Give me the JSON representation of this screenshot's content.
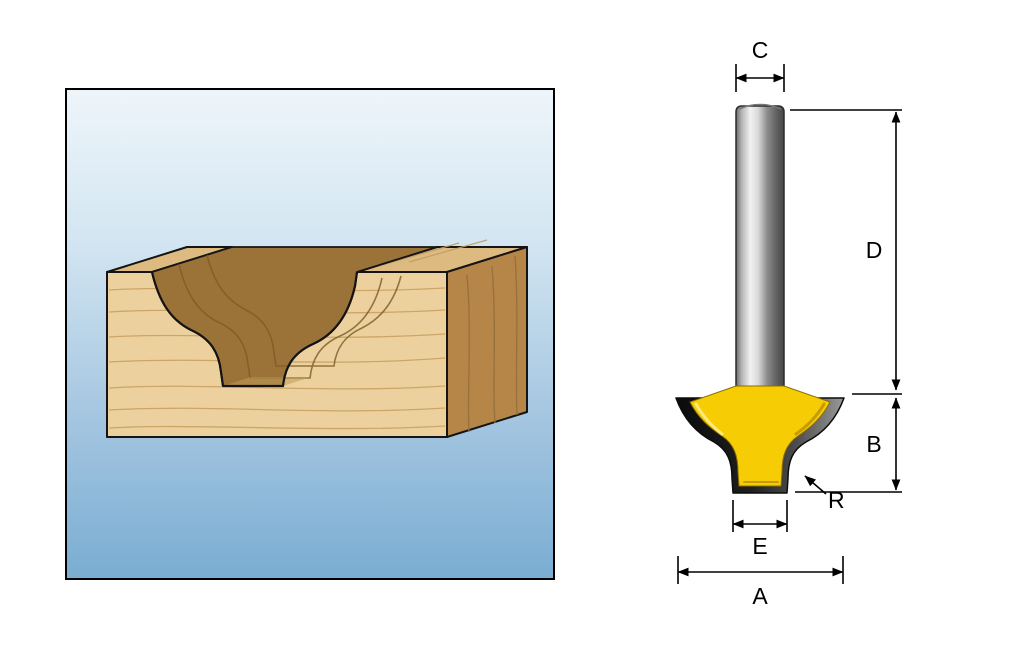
{
  "labels": {
    "c": "C",
    "d": "D",
    "b": "B",
    "r": "R",
    "e": "E",
    "a": "A"
  },
  "colors": {
    "panel_border": "#000000",
    "panel_bg_top": "#eef5fa",
    "panel_bg_bottom": "#7aadd2",
    "wood_front": "#ecd19e",
    "wood_top": "#dcba80",
    "wood_side": "#b58648",
    "wood_groove": "#9b7338",
    "wood_groove_shadow": "#7c5c28",
    "wood_grain": "#c9a162",
    "bit_yellow": "#f6cd05",
    "bit_yellow_shade": "#c79a00",
    "bit_yellow_highlight": "#fde97a",
    "cutter_edge_dark": "#141414",
    "dim_line": "#000000"
  }
}
